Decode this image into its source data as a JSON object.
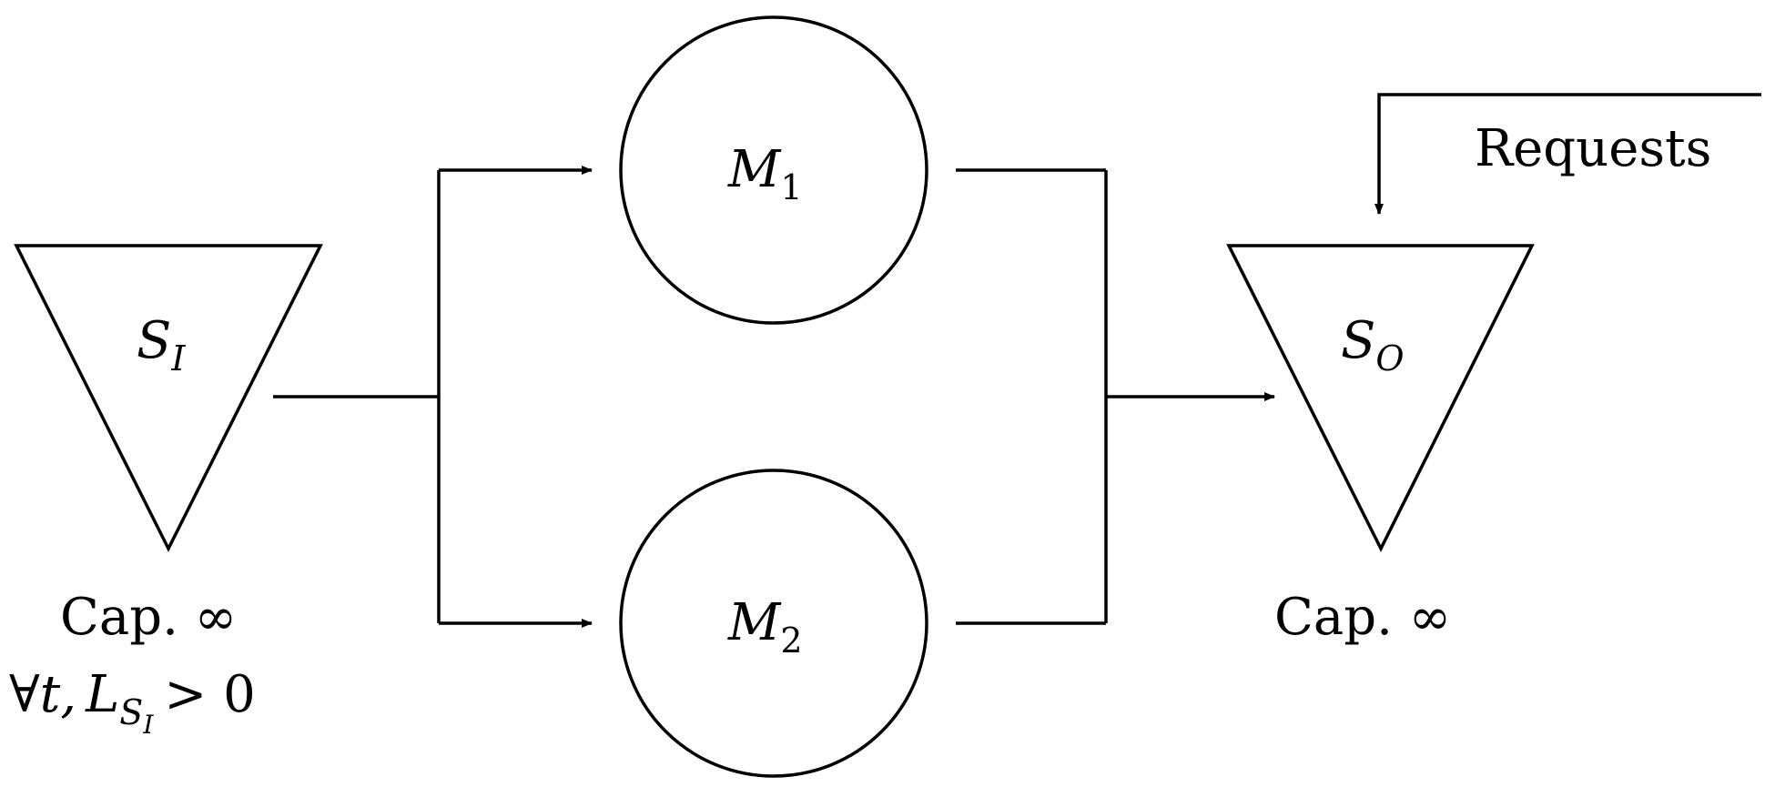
{
  "source_storage": {
    "symbol": "S",
    "subscript": "I",
    "capacity_text": "Cap. ∞",
    "condition": {
      "forall": "∀",
      "var": "t,",
      "level": "L",
      "level_sub": "S",
      "level_sub_sub": "I",
      "relation": "> 0"
    }
  },
  "machine_1": {
    "symbol": "M",
    "subscript": "1"
  },
  "machine_2": {
    "symbol": "M",
    "subscript": "2"
  },
  "output_storage": {
    "symbol": "S",
    "subscript": "O",
    "capacity_text": "Cap. ∞"
  },
  "requests_label": "Requests"
}
